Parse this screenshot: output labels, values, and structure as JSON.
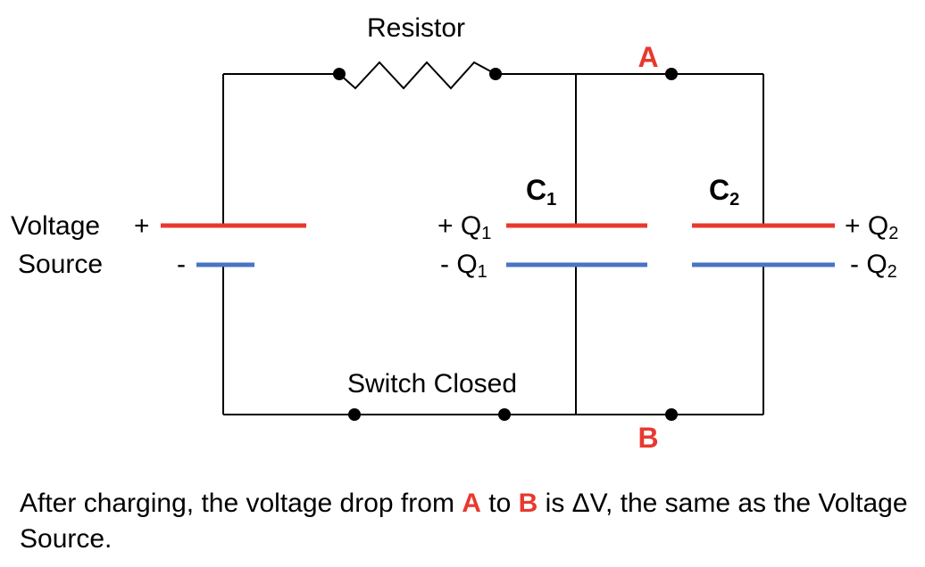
{
  "colors": {
    "wire": "#000000",
    "positive_plate": "#e8392f",
    "negative_plate": "#4a74c4",
    "highlight": "#e8392f"
  },
  "labels": {
    "resistor": "Resistor",
    "point_a": "A",
    "point_b": "B",
    "voltage_line1": "Voltage",
    "voltage_line2": "Source",
    "voltage_plus": "+",
    "voltage_minus": "-",
    "c1_letter": "C",
    "c1_sub": "1",
    "c2_letter": "C",
    "c2_sub": "2",
    "q1_plus_sign": "+ Q",
    "q1_plus_sub": "1",
    "q1_minus_sign": "- Q",
    "q1_minus_sub": "1",
    "q2_plus_sign": "+ Q",
    "q2_plus_sub": "2",
    "q2_minus_sign": "- Q",
    "q2_minus_sub": "2",
    "switch": "Switch Closed"
  },
  "caption": {
    "part1": "After charging, the voltage drop from ",
    "a": "A",
    "part2": " to ",
    "b": "B",
    "part3": " is ΔV, the same as the Voltage Source."
  }
}
